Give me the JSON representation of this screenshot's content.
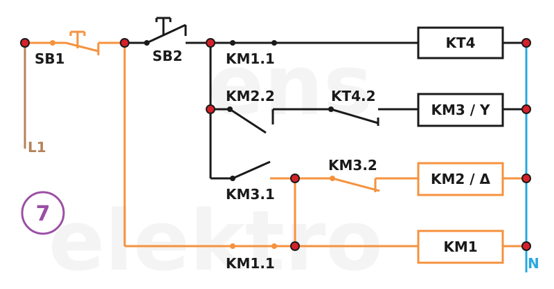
{
  "watermark": {
    "line1": "ens",
    "line2": "elektro"
  },
  "badge": {
    "number": "7"
  },
  "supply": {
    "phase": "L1",
    "neutral": "N"
  },
  "buttons": {
    "sb1": "SB1",
    "sb2": "SB2"
  },
  "contacts": {
    "km1_1_top": "KM1.1",
    "km2_2": "KM2.2",
    "kt4_2": "KT4.2",
    "km3_1": "KM3.1",
    "km3_2": "KM3.2",
    "km1_1_bottom": "KM1.1"
  },
  "coils": {
    "kt4": "KT4",
    "km3": "KM3 / Y",
    "km2": "KM2 / Δ",
    "km1": "KM1"
  },
  "colors": {
    "energized": "#f5923e",
    "phase": "#b5835a",
    "neutral": "#29a8e0",
    "wire": "#1a1a1a",
    "terminal": "#d6212a",
    "badge": "#9b4fa5"
  }
}
